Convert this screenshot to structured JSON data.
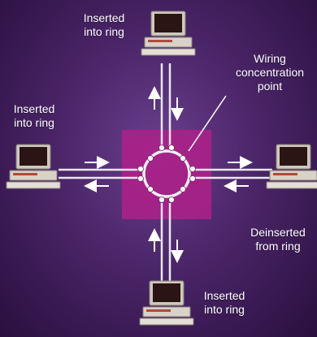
{
  "labels": {
    "top": "Inserted\ninto ring",
    "left": "Inserted\ninto ring",
    "bottom": "Inserted\ninto ring",
    "right": "Deinserted\nfrom ring",
    "hub": "Wiring\nconcentration\npoint"
  },
  "colors": {
    "background": "#4a2568",
    "hub_square": "#b0208a",
    "wire": "#e8e8f0",
    "arrow": "#ffffff",
    "computer_body": "#d8d2c8",
    "computer_screen": "#2a1414"
  }
}
